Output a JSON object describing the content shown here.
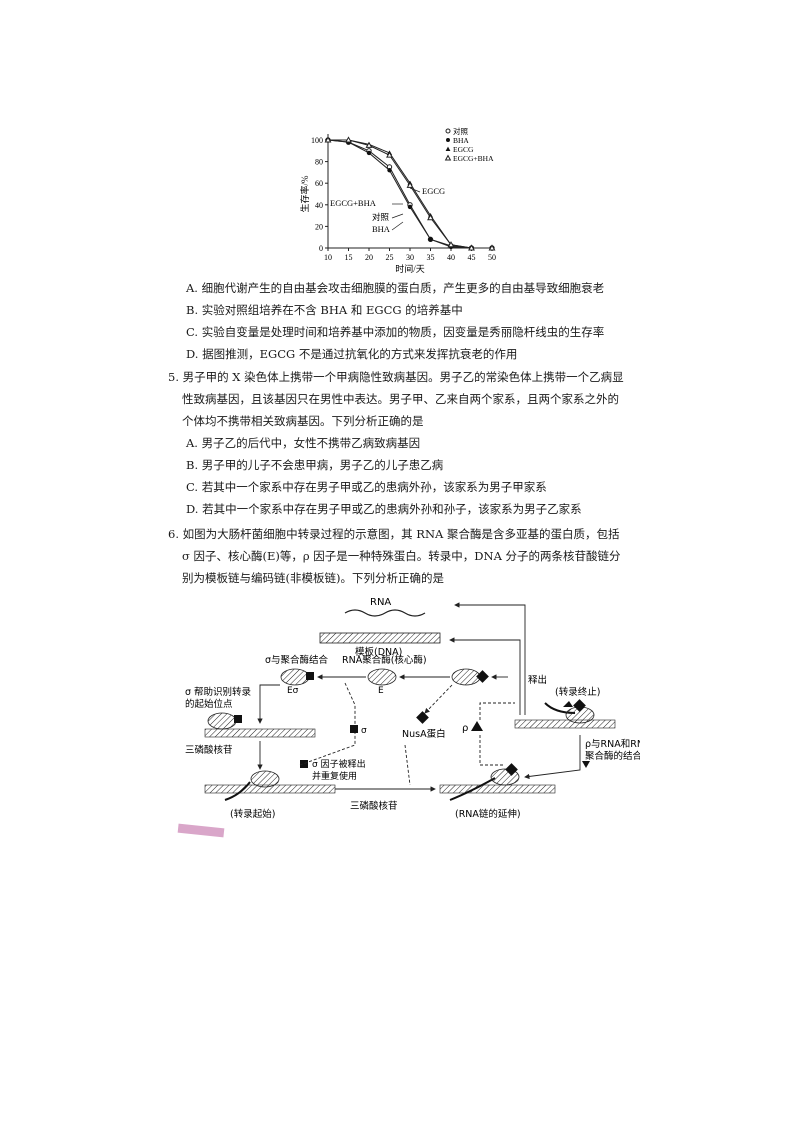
{
  "chart_data": {
    "type": "line",
    "title": "",
    "xlabel": "时间/天",
    "ylabel": "生存率/%",
    "xlim": [
      10,
      50
    ],
    "ylim": [
      0,
      100
    ],
    "xticks": [
      10,
      15,
      20,
      25,
      30,
      35,
      40,
      45,
      50
    ],
    "yticks": [
      0,
      20,
      40,
      60,
      80,
      100
    ],
    "legend_position": "top-right",
    "legend": [
      "对照",
      "BHA",
      "EGCG",
      "EGCG+BHA"
    ],
    "series": [
      {
        "name": "对照",
        "marker": "open-circle",
        "x": [
          10,
          15,
          20,
          25,
          30,
          35,
          40,
          45,
          50
        ],
        "y": [
          100,
          98,
          90,
          75,
          40,
          8,
          2,
          0,
          0
        ]
      },
      {
        "name": "BHA",
        "marker": "filled-circle",
        "x": [
          10,
          15,
          20,
          25,
          30,
          35,
          40,
          45,
          50
        ],
        "y": [
          100,
          98,
          88,
          72,
          38,
          8,
          1,
          0,
          0
        ]
      },
      {
        "name": "EGCG",
        "marker": "filled-triangle",
        "x": [
          10,
          15,
          20,
          25,
          30,
          35,
          40,
          45,
          50
        ],
        "y": [
          100,
          100,
          96,
          88,
          60,
          30,
          3,
          0,
          0
        ]
      },
      {
        "name": "EGCG+BHA",
        "marker": "open-triangle",
        "x": [
          10,
          15,
          20,
          25,
          30,
          35,
          40,
          45,
          50
        ],
        "y": [
          100,
          100,
          95,
          86,
          58,
          28,
          3,
          0,
          0
        ]
      }
    ],
    "annotations": [
      "EGCG",
      "EGCG+BHA",
      "对照",
      "BHA"
    ]
  },
  "q4": {
    "options": [
      "A. 细胞代谢产生的自由基会攻击细胞膜的蛋白质，产生更多的自由基导致细胞衰老",
      "B. 实验对照组培养在不含 BHA 和 EGCG 的培养基中",
      "C. 实验自变量是处理时间和培养基中添加的物质，因变量是秀丽隐杆线虫的生存率",
      "D. 据图推测，EGCG 不是通过抗氧化的方式来发挥抗衰老的作用"
    ]
  },
  "q5": {
    "stem": "5. 男子甲的 X 染色体上携带一个甲病隐性致病基因。男子乙的常染色体上携带一个乙病显性致病基因，且该基因只在男性中表达。男子甲、乙来自两个家系，且两个家系之外的个体均不携带相关致病基因。下列分析正确的是",
    "options": [
      "A. 男子乙的后代中，女性不携带乙病致病基因",
      "B. 男子甲的儿子不会患甲病，男子乙的儿子患乙病",
      "C. 若其中一个家系中存在男子甲或乙的患病外孙，该家系为男子甲家系",
      "D. 若其中一个家系中存在男子甲或乙的患病外孙和孙子，该家系为男子乙家系"
    ]
  },
  "q6": {
    "stem": "6. 如图为大肠杆菌细胞中转录过程的示意图，其 RNA 聚合酶是含多亚基的蛋白质，包括 σ 因子、核心酶(E)等，ρ 因子是一种特殊蛋白。转录中，DNA 分子的两条核苷酸链分别为模板链与编码链(非模板链)。下列分析正确的是"
  },
  "diagram": {
    "rna": "RNA",
    "template": "模板(DNA)",
    "sigma_bind": "σ与聚合酶结合",
    "e_sigma": "Eσ",
    "rna_pol": "RNA聚合酶(核心酶)",
    "e": "E",
    "release": "释出",
    "sigma_help_1": "σ 帮助识别转录",
    "sigma_help_2": "的起始位点",
    "sigma": "σ",
    "nusa": "NusA蛋白",
    "rho": "ρ",
    "stop": "(转录终止)",
    "rho_bind_1": "ρ与RNA和RNA",
    "rho_bind_2": "聚合酶的结合",
    "ntp_left": "三磷酸核苷",
    "sigma_release_1": "σ 因子被释出",
    "sigma_release_2": "并重复使用",
    "start": "(转录起始)",
    "ntp_mid": "三磷酸核苷",
    "elong": "(RNA链的延伸)"
  }
}
